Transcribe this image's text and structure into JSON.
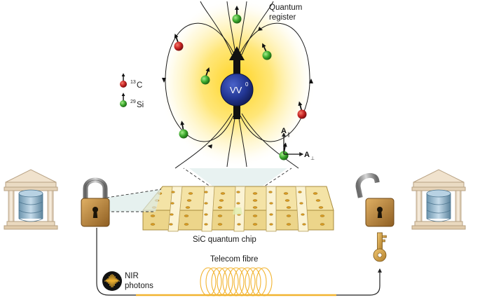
{
  "labels": {
    "quantum_register_1": "Quantum",
    "quantum_register_2": "register",
    "defect": "VV",
    "defect_sup": "0",
    "isotope_c_mass": "13",
    "isotope_c": "C",
    "isotope_si_mass": "29",
    "isotope_si": "Si",
    "a_parallel": "A",
    "a_parallel_sub": "∥",
    "a_perp": "A",
    "a_perp_sub": "⊥",
    "chip": "SiC quantum chip",
    "fibre": "Telecom fibre",
    "nir_1": "NIR",
    "nir_2": "photons"
  },
  "colors": {
    "glow": "#f7d21c",
    "defect": "#1e2f86",
    "carbon": "#c62323",
    "silicon": "#3aa82c",
    "chip": "#f4e3a6",
    "fibre": "#f2b430",
    "lock": "#c8913f",
    "building": "#f0e2cd"
  },
  "icons": [
    "building-icon",
    "lock-closed-icon",
    "lock-open-icon",
    "key-icon",
    "photon-wave-icon"
  ]
}
